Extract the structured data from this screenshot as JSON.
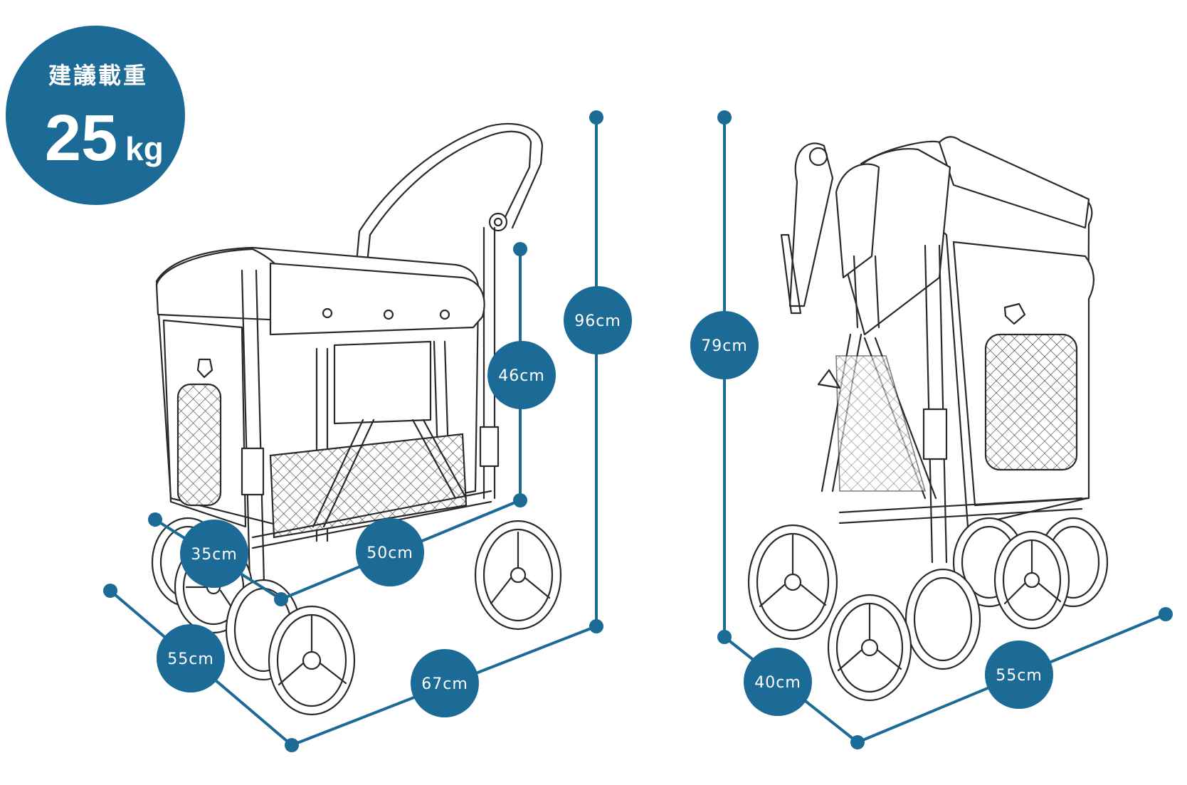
{
  "colors": {
    "accent": "#1c6a96",
    "outline": "#2a2a2a",
    "background": "#ffffff"
  },
  "badge": {
    "title": "建議載重",
    "value": "25",
    "unit": "kg"
  },
  "open_view": {
    "height_total": "96cm",
    "height_basket": "46cm",
    "basket_width": "35cm",
    "basket_length": "50cm",
    "width": "55cm",
    "length": "67cm"
  },
  "folded_view": {
    "height": "79cm",
    "depth": "40cm",
    "width": "55cm"
  }
}
